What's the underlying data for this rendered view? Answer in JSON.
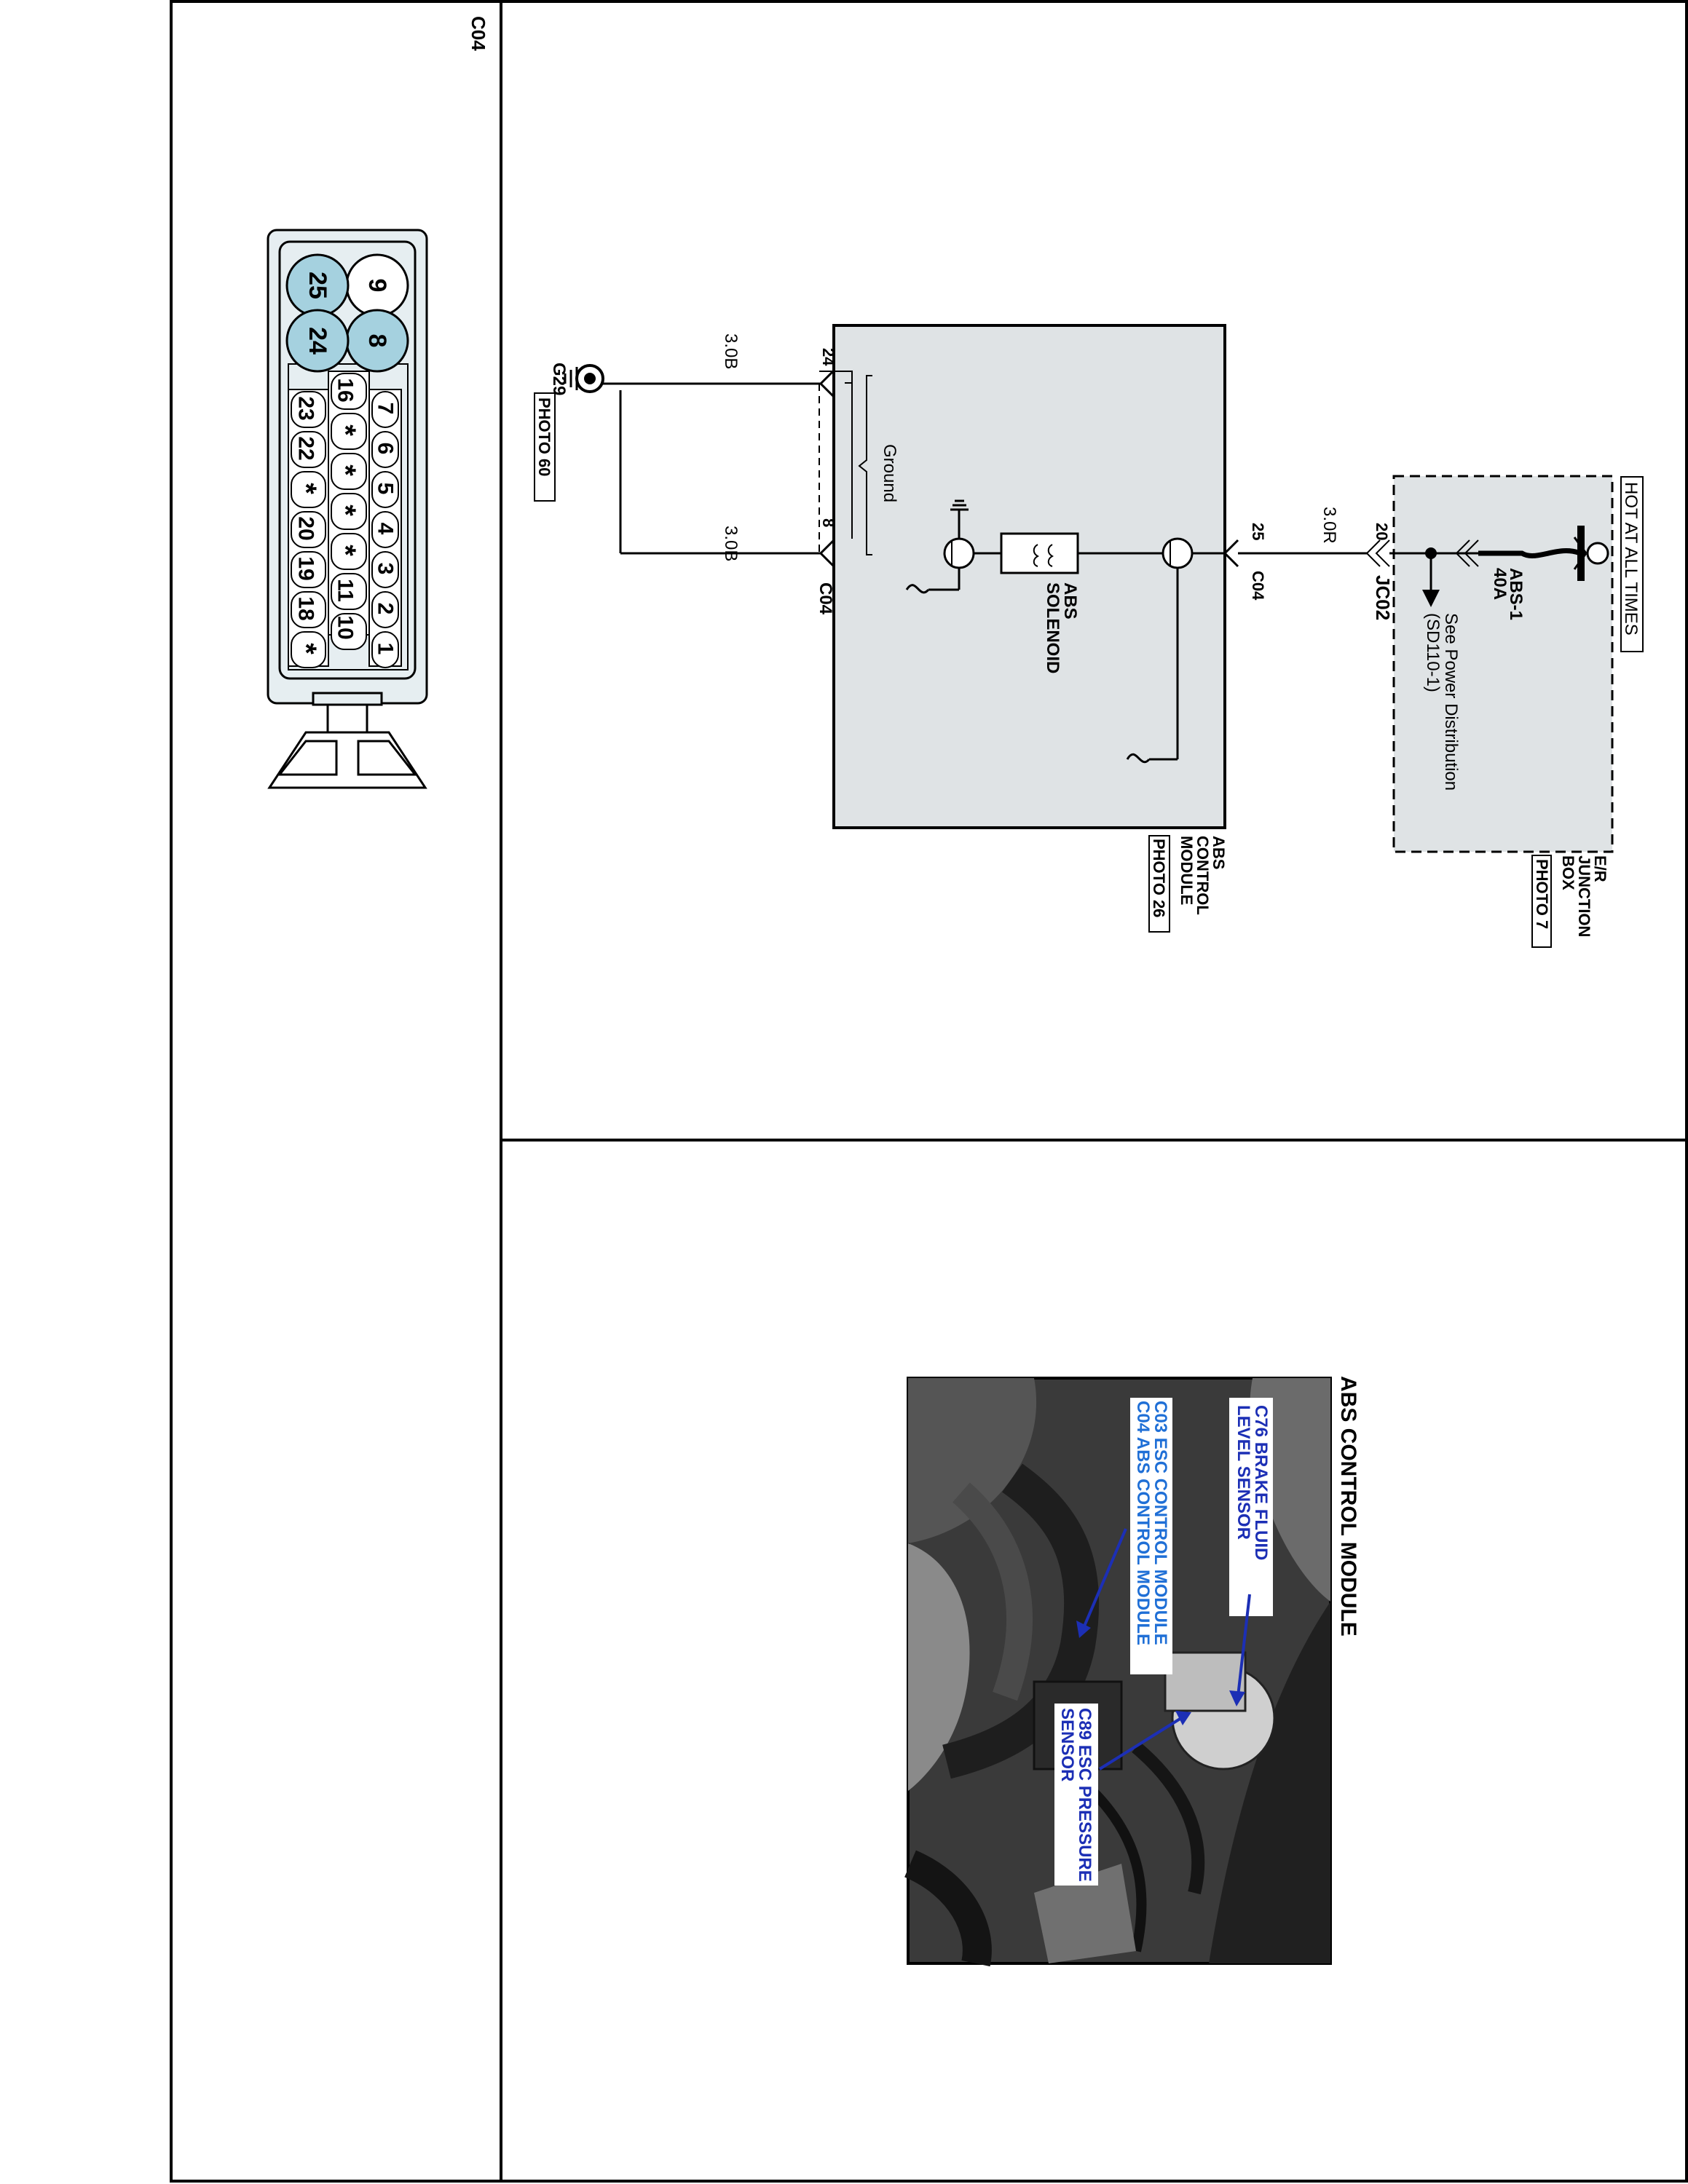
{
  "connector_panel": {
    "connector_id": "C04",
    "large_pins": [
      "9",
      "8",
      "25",
      "24"
    ],
    "row_top": [
      "7",
      "6",
      "5",
      "4",
      "3",
      "2",
      "1"
    ],
    "row_middle": [
      "16",
      "*",
      "*",
      "*",
      "*",
      "11",
      "10"
    ],
    "row_bottom": [
      "23",
      "22",
      "*",
      "20",
      "19",
      "18",
      "*"
    ]
  },
  "schematic": {
    "hot_label": "HOT AT ALL TIMES",
    "fuse_name": "ABS-1",
    "fuse_rating": "40A",
    "power_ref_line1": "See Power Distribution",
    "power_ref_line2": "(SD110-1)",
    "junction_box_lines": [
      "E/R",
      "JUNCTION",
      "BOX"
    ],
    "junction_box_photo": "PHOTO 7",
    "jc_connector": "JC02",
    "jc_pin": "20",
    "wire_power": "3.0R",
    "module_pin_power": "25",
    "module_connector": "C04",
    "solenoid_lines": [
      "ABS",
      "SOLENOID"
    ],
    "ground_label": "Ground",
    "module_lines": [
      "ABS",
      "CONTROL",
      "MODULE"
    ],
    "module_photo": "PHOTO 26",
    "ground_pin_a": "24",
    "ground_pin_b": "8",
    "ground_connector": "C04",
    "wire_ground_a": "3.0B",
    "wire_ground_b": "3.0B",
    "ground_point": "G29",
    "ground_photo": "PHOTO 60"
  },
  "photo_panel": {
    "title": "ABS CONTROL MODULE",
    "callout_c76_line1": "C76 BRAKE FLUID",
    "callout_c76_line2": "LEVEL SENSOR",
    "callout_c03": "C03 ESC CONTROL MODULE",
    "callout_c04": "C04 ABS CONTROL MODULE",
    "callout_c89_line1": "C89 ESC PRESSURE",
    "callout_c89_line2": "SENSOR"
  }
}
